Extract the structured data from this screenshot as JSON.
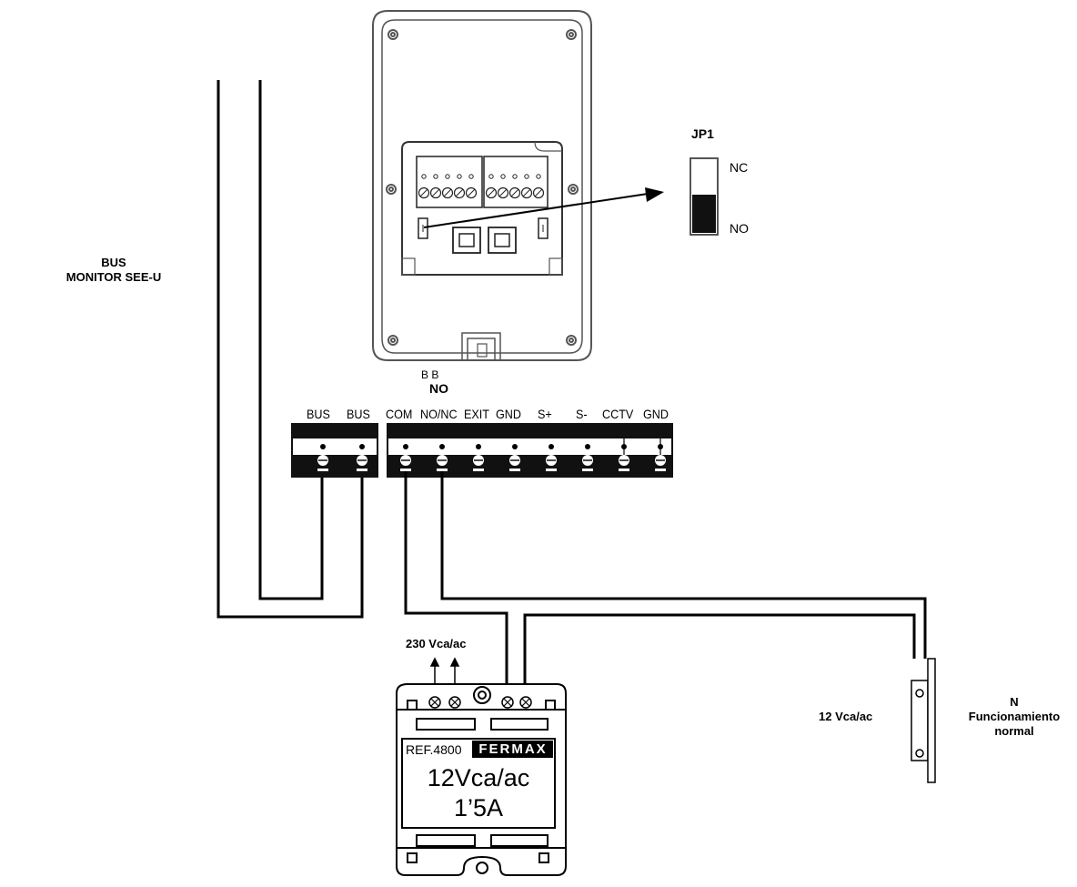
{
  "bus_label": {
    "line1": "BUS",
    "line2": "MONITOR SEE-U"
  },
  "jumper": {
    "title": "JP1",
    "nc": "NC",
    "no": "NO"
  },
  "mode_label": "NO",
  "terminals": [
    "BUS",
    "BUS",
    "COM",
    "NO/NC",
    "EXIT",
    "GND",
    "S+",
    "S-",
    "CCTV",
    "GND"
  ],
  "panel_board_label": "B B",
  "power_supply": {
    "input_label": "230 Vca/ac",
    "ref": "REF.4800",
    "brand": "FERMAX",
    "voltage": "12Vca/ac",
    "current": "1’5A"
  },
  "lock": {
    "voltage_label": "12 Vca/ac",
    "note_line1": "N",
    "note_line2": "Funcionamiento",
    "note_line3": "normal"
  }
}
